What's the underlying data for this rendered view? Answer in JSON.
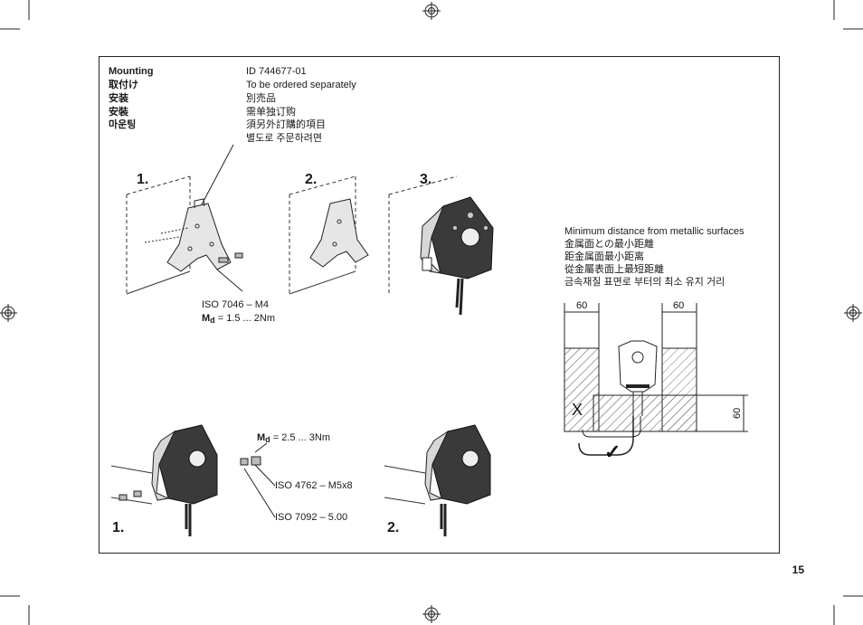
{
  "header": {
    "labels": [
      "Mounting",
      "取付け",
      "安装",
      "安裝",
      "마운팅"
    ],
    "details": [
      "ID 744677-01",
      "To be ordered separately",
      "別売品",
      "需单独订购",
      "須另外訂購的項目",
      "별도로 주문하려면"
    ]
  },
  "steps_top": [
    "1.",
    "2.",
    "3."
  ],
  "steps_bottom": [
    "1.",
    "2."
  ],
  "screw_top": {
    "spec": "ISO 7046 – M4",
    "torque_symbol": "M",
    "torque_sub": "d",
    "torque_value": " = 1.5 ... 2Nm"
  },
  "screw_bottom": {
    "torque_symbol": "M",
    "torque_sub": "d",
    "torque_value": " = 2.5 ... 3Nm",
    "spec1": "ISO 4762 – M5x8",
    "spec2": "ISO 7092 – 5.00"
  },
  "distance": {
    "lines": [
      "Minimum distance from metallic surfaces",
      "金属面との最小距離",
      "距金属面最小距离",
      "從金屬表面上最短距離",
      "금속재질 표면로 부터의 최소 유지 거리"
    ],
    "dim_left": "60",
    "dim_right": "60",
    "dim_vertical": "60",
    "wrong_mark": "X",
    "right_mark": "✓"
  },
  "page_number": "15"
}
